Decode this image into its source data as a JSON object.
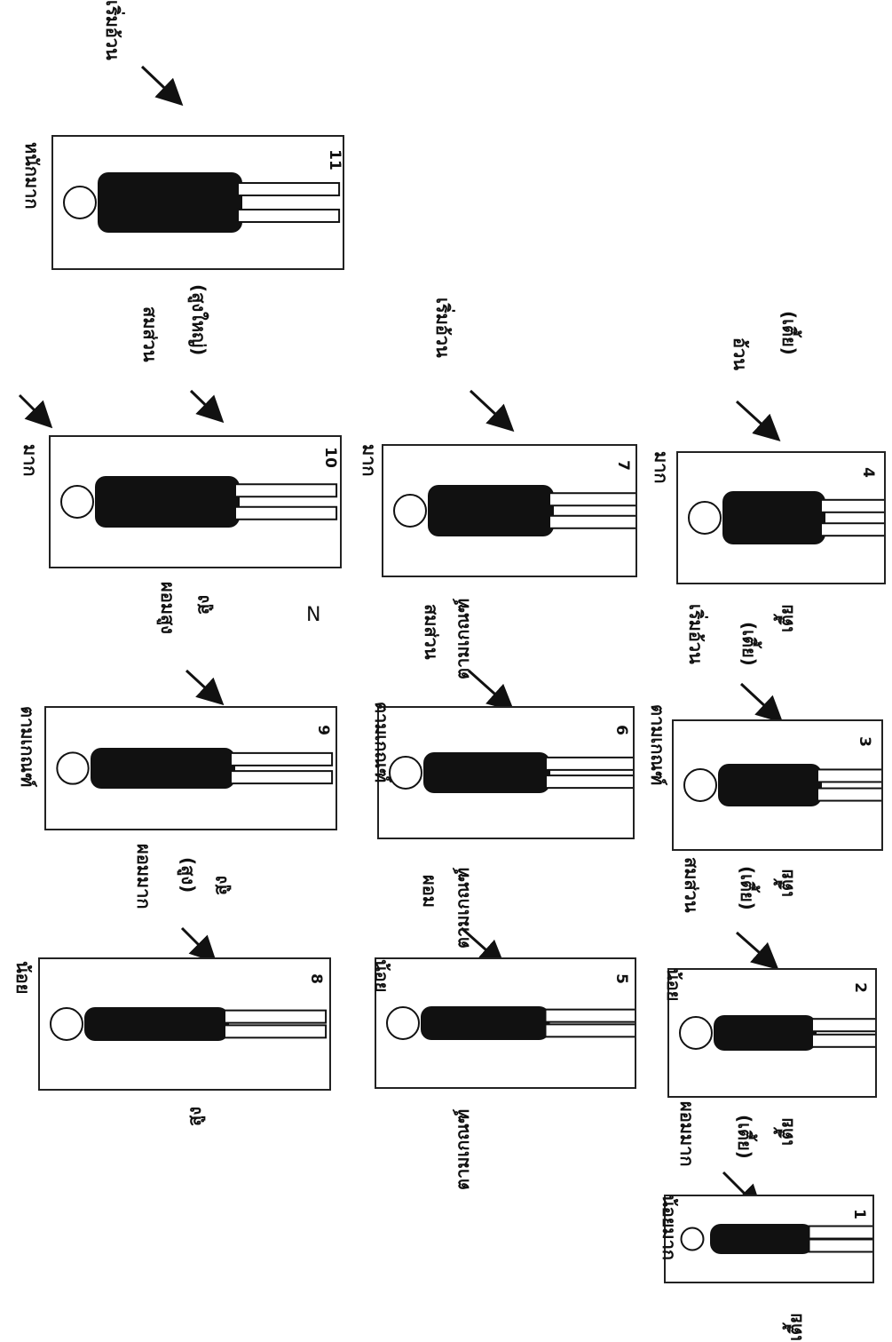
{
  "panels": [
    {
      "id": "p11",
      "number": "11",
      "label": "หนักมาก"
    },
    {
      "id": "p10",
      "number": "10",
      "label": "มาก"
    },
    {
      "id": "p9",
      "number": "9",
      "label": "ตามเกณฑ์"
    },
    {
      "id": "p8",
      "number": "8",
      "label": "น้อย"
    },
    {
      "id": "p7",
      "number": "7",
      "label": "มาก"
    },
    {
      "id": "p6",
      "number": "6",
      "label": "ตามเกณฑ์"
    },
    {
      "id": "p5",
      "number": "5",
      "label": "น้อย"
    },
    {
      "id": "p4",
      "number": "4",
      "label": "มาก"
    },
    {
      "id": "p3",
      "number": "3",
      "label": "ตามเกณฑ์"
    },
    {
      "id": "p2",
      "number": "2",
      "label": "น้อย"
    },
    {
      "id": "p1",
      "number": "1",
      "label": "น้อยมาก"
    }
  ],
  "arrow_labels": {
    "start_top": "เริ่มอ้วน",
    "a10_line1": "สมส่วน",
    "a10_line2": "(สูงใหญ่)",
    "a9": "ผอมสูง",
    "a8_line1": "ผอมมาก",
    "a8_line2": "(สูง)",
    "a7": "เริ่มอ้วน",
    "a6": "สมส่วน",
    "a5": "ผอม",
    "a4_line1": "อ้วน",
    "a4_line2": "(เตี้ย)",
    "a3_line1": "เริ่มอ้วน",
    "a3_line2": "(เตี้ย)",
    "a2_line1": "สมส่วน",
    "a2_line2": "(เตี้ย)",
    "a1_line1": "ผอมมาก",
    "a1_line2": "(เตี้ย)"
  },
  "height_labels": {
    "tall_10": "สูง",
    "tall_8": "สูง",
    "tall_9": "สูง",
    "normal_7": "ตามเกณฑ์",
    "normal_6": "ตามเกณฑ์",
    "normal_5": "ตามเกณฑ์",
    "short_4": "เตี้ย",
    "short_3": "เตี้ย",
    "short_2": "เตี้ย",
    "short_1": "เตี้ย"
  },
  "stray_mark": "N"
}
